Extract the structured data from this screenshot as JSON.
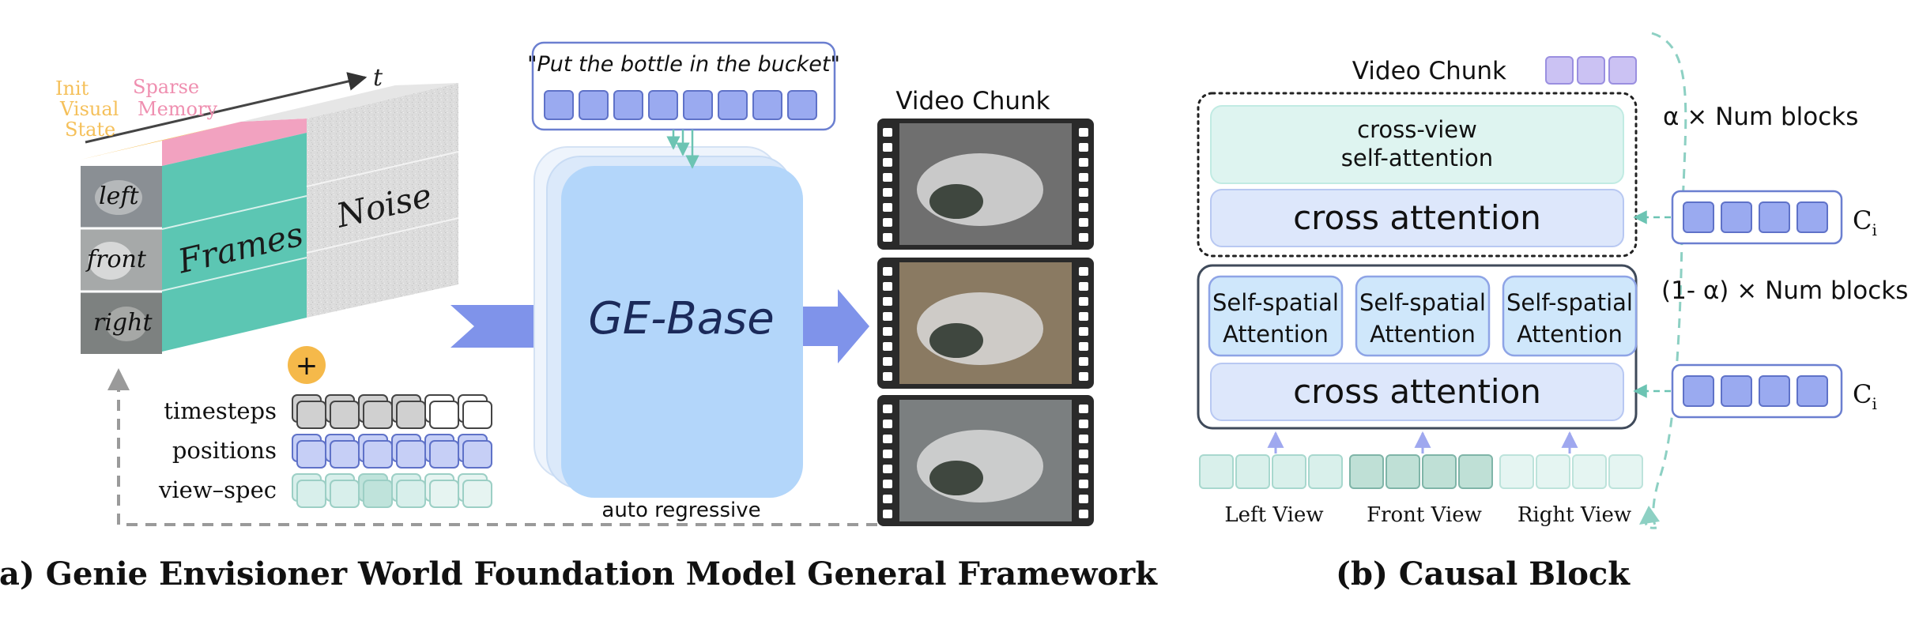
{
  "panel_a": {
    "caption": "(a) Genie Envisioner World Foundation Model General Framework",
    "time_axis": "t",
    "init_state_lines": [
      "Init",
      "Visual",
      "State"
    ],
    "sparse_memory_lines": [
      "Sparse",
      "Memory"
    ],
    "views": [
      "left",
      "front",
      "right"
    ],
    "frames_label": "Frames",
    "noise_label": "Noise",
    "plus": "+",
    "embedding_rows": [
      "timesteps",
      "positions",
      "view–spec"
    ],
    "prompt": "\"Put the bottle in the bucket\"",
    "model_label": "GE-Base",
    "loop_label": "auto regressive",
    "video_chunk_label": "Video Chunk"
  },
  "panel_b": {
    "caption": "(b) Causal  Block",
    "video_chunk_label": "Video Chunk",
    "cross_view_lines": [
      "cross-view",
      "self-attention"
    ],
    "cross_attention_label": "cross attention",
    "alpha_blocks": "α × Num blocks",
    "one_minus_alpha_blocks": "(1- α) × Num blocks",
    "self_spatial_lines": [
      "Self-spatial",
      "Attention"
    ],
    "condition_label": "C",
    "condition_sub": "i",
    "view_labels": [
      "Left View",
      "Front View",
      "Right View"
    ]
  },
  "colors": {
    "teal": "#5cc6b3",
    "blue_token": "#9aaaf0",
    "model_blue": "#b3d6fa",
    "arrow_blue": "#7f93ea",
    "pink": "#f2a2c0",
    "yellow": "#f5c05a",
    "plus_orange": "#f5b94a"
  }
}
